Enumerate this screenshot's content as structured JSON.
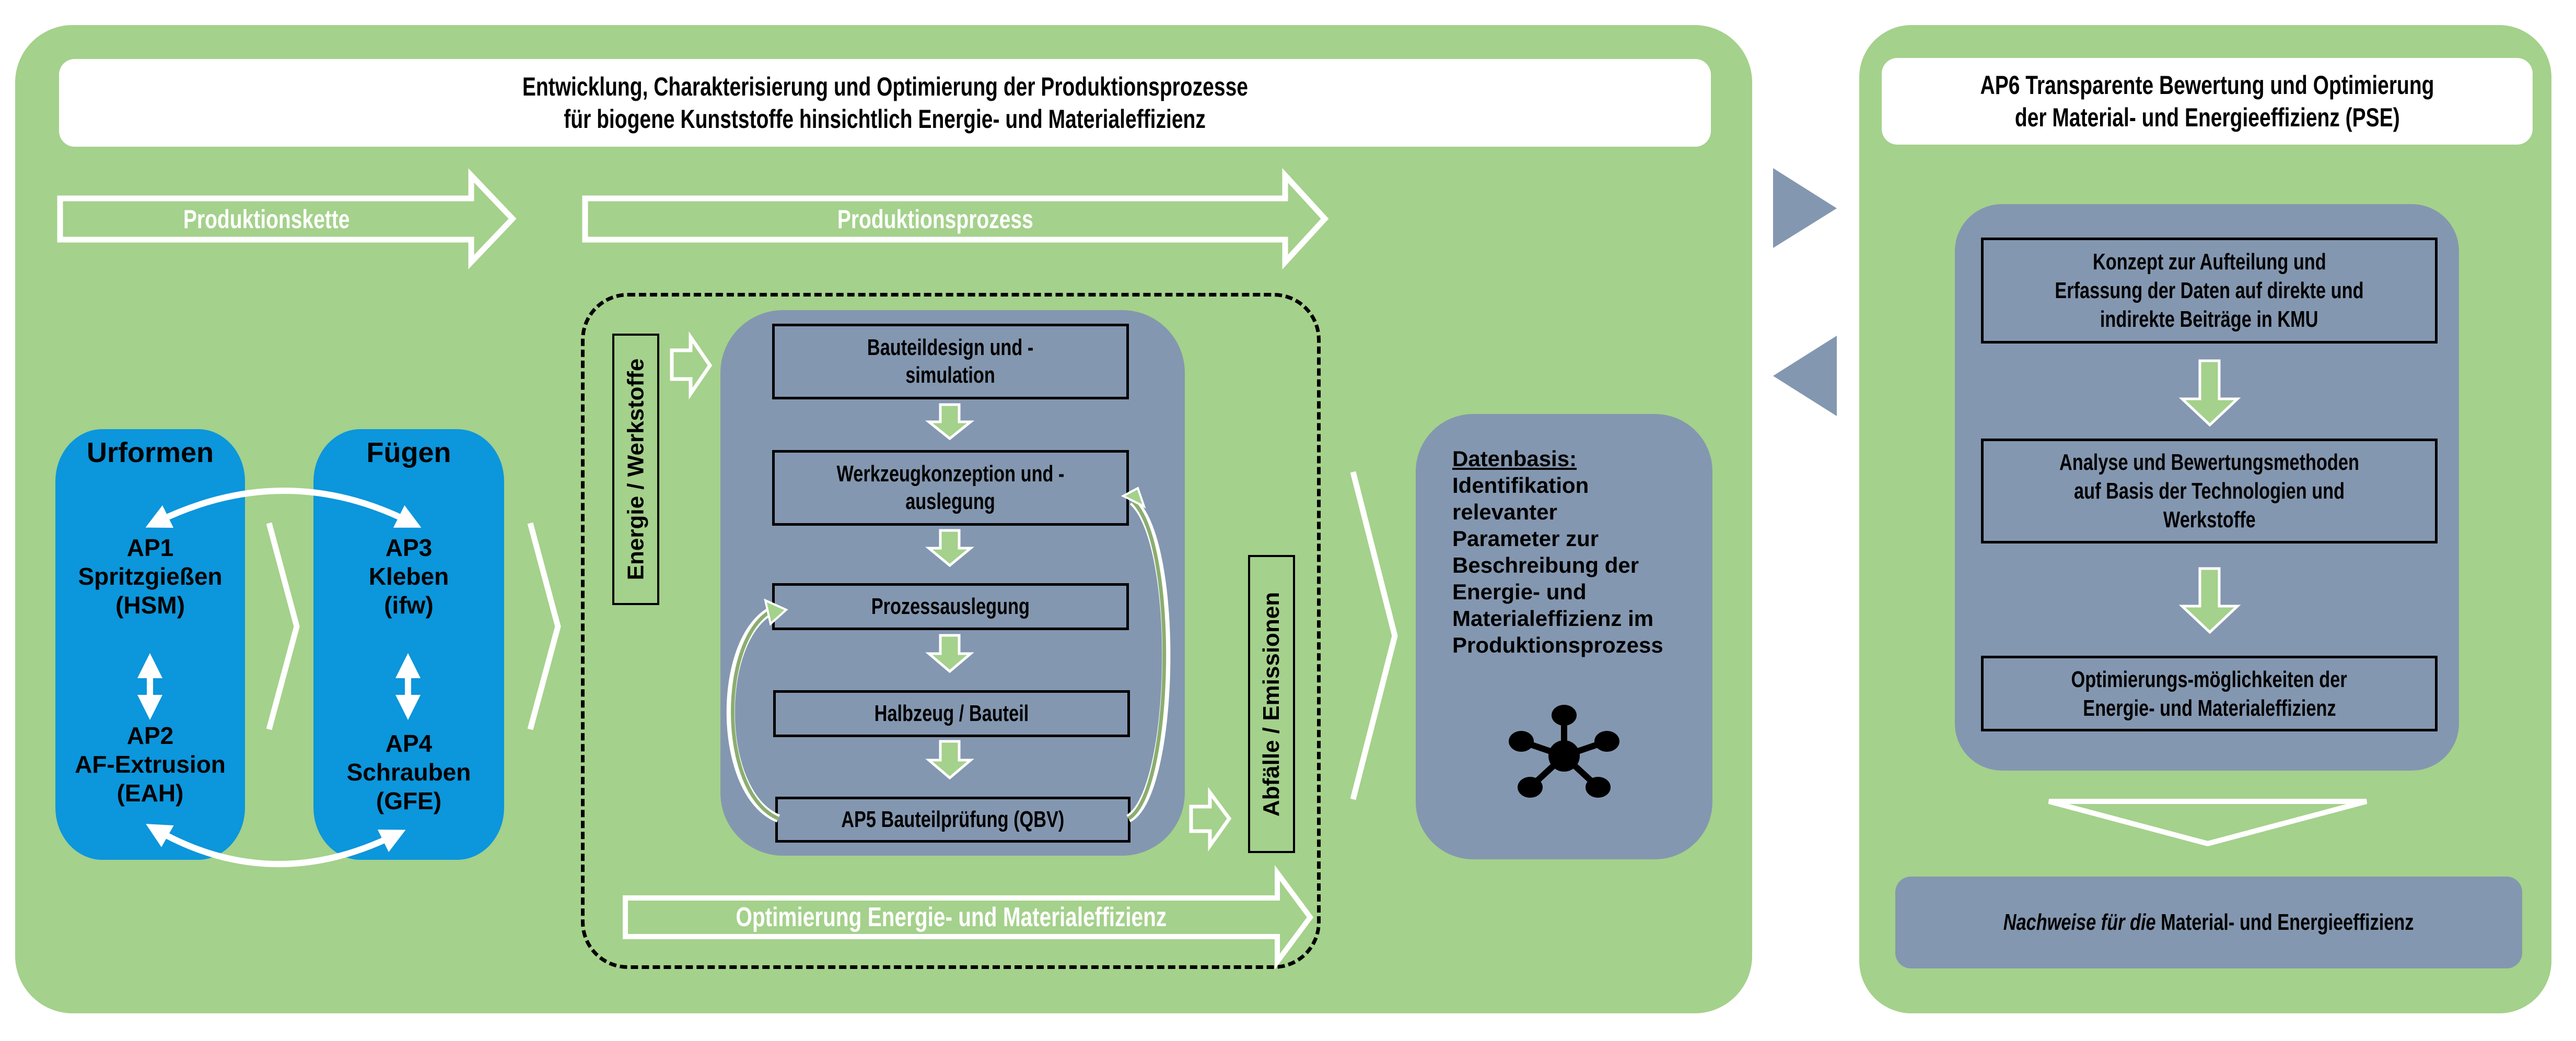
{
  "colors": {
    "panel_green": "#a4d18b",
    "process_blue": "#0c96dc",
    "slate": "#8497b0",
    "white": "#ffffff",
    "black": "#000000"
  },
  "main_panel": {
    "title_line1": "Entwicklung, Charakterisierung und Optimierung der Produktionsprozesse",
    "title_line2": "für biogene Kunststoffe hinsichtlich Energie- und Materialeffizienz",
    "arrow_chain_label": "Produktionskette",
    "arrow_process_label": "Produktionsprozess",
    "chain_groups": [
      {
        "heading": "Urformen",
        "items": [
          {
            "code": "AP1",
            "name": "Spritzgießen",
            "partner": "(HSM)"
          },
          {
            "code": "AP2",
            "name": "AF-Extrusion",
            "partner": "(EAH)"
          }
        ]
      },
      {
        "heading": "Fügen",
        "items": [
          {
            "code": "AP3",
            "name": "Kleben",
            "partner": "(ifw)"
          },
          {
            "code": "AP4",
            "name": "Schrauben",
            "partner": "(GFE)"
          }
        ]
      }
    ],
    "input_label": "Energie / Werkstoffe",
    "output_label": "Abfälle / Emissionen",
    "process_steps": [
      {
        "line1": "Bauteildesign und -",
        "line2": "simulation"
      },
      {
        "line1": "Werkzeugkonzeption und -",
        "line2": "auslegung"
      },
      {
        "line1": "Prozessauslegung",
        "line2": ""
      },
      {
        "line1": "Halbzeug / Bauteil",
        "line2": ""
      },
      {
        "line1": "AP5 Bauteilprüfung (QBV)",
        "line2": ""
      }
    ],
    "optimization_arrow_label": "Optimierung Energie- und Materialeffizienz",
    "database": {
      "heading": "Datenbasis:",
      "lines": [
        "Identifikation",
        "relevanter",
        "Parameter zur",
        "Beschreibung der",
        "Energie- und",
        "Materialeffizienz im",
        "Produktionsprozess"
      ],
      "icon": "network-hub-icon"
    }
  },
  "side_panel": {
    "title_line1": "AP6 Transparente Bewertung und Optimierung",
    "title_line2": "der Material- und Energieeffizienz (PSE)",
    "steps": [
      {
        "lines": [
          "Konzept zur Aufteilung und",
          "Erfassung der Daten auf direkte und",
          "indirekte Beiträge in KMU"
        ]
      },
      {
        "lines": [
          "Analyse und Bewertungsmethoden",
          "auf Basis der Technologien und",
          "Werkstoffe"
        ]
      },
      {
        "lines": [
          "Optimierungs-möglichkeiten der",
          "Energie- und Materialeffizienz"
        ]
      }
    ],
    "result_italic": "Nachweise für die",
    "result_regular": " Material- und Energieeffizienz"
  }
}
